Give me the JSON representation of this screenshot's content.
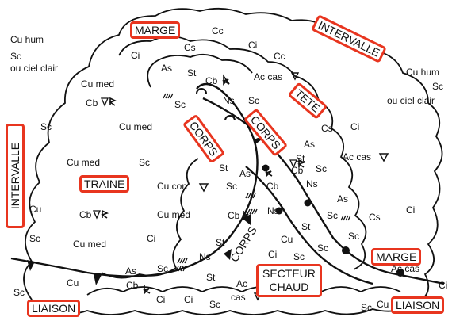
{
  "accent_color": "#e8351f",
  "boxed_labels": {
    "marge_top": "MARGE",
    "intervalle_top": "INTERVALLE",
    "tete": "TETE",
    "corps_left": "CORPS",
    "corps_mid": "CORPS",
    "intervalle_left": "INTERVALLE",
    "traine": "TRAINE",
    "marge_right": "MARGE",
    "secteur_chaud_line1": "SECTEUR",
    "secteur_chaud_line2": "CHAUD",
    "liaison_left": "LIAISON",
    "liaison_right": "LIAISON"
  },
  "corps_unboxed": "CORPS",
  "cloud_labels": [
    "Cu hum",
    "Sc",
    "ou ciel clair",
    "Cc",
    "Cs",
    "Ci",
    "Cc",
    "Ci",
    "Cu hum",
    "Sc",
    "ou ciel clair",
    "As",
    "St",
    "Cb",
    "Ac cas",
    "Cu med",
    "Cb",
    "Sc",
    "Ns",
    "Sc",
    "Sc",
    "Cu med",
    "Cs",
    "Ci",
    "Cu med",
    "Sc",
    "Ac cas",
    "As",
    "St",
    "Cb",
    "Sc",
    "St",
    "As",
    "Cb",
    "Ns",
    "Cu con",
    "Cb",
    "Sc",
    "Cu",
    "Cb",
    "Cu med",
    "As",
    "Ci",
    "Cu med",
    "Sc",
    "St",
    "Ns",
    "Sc",
    "Ci",
    "Ns",
    "St",
    "Sc",
    "Sc",
    "Cu",
    "Cs",
    "Ci",
    "Sc",
    "As",
    "Sc",
    "Ci",
    "Cb",
    "St",
    "Ac",
    "cas",
    "Cu",
    "Ac cas",
    "Sc",
    "Sc",
    "Ci",
    "Sc",
    "Cu",
    "Ci"
  ]
}
